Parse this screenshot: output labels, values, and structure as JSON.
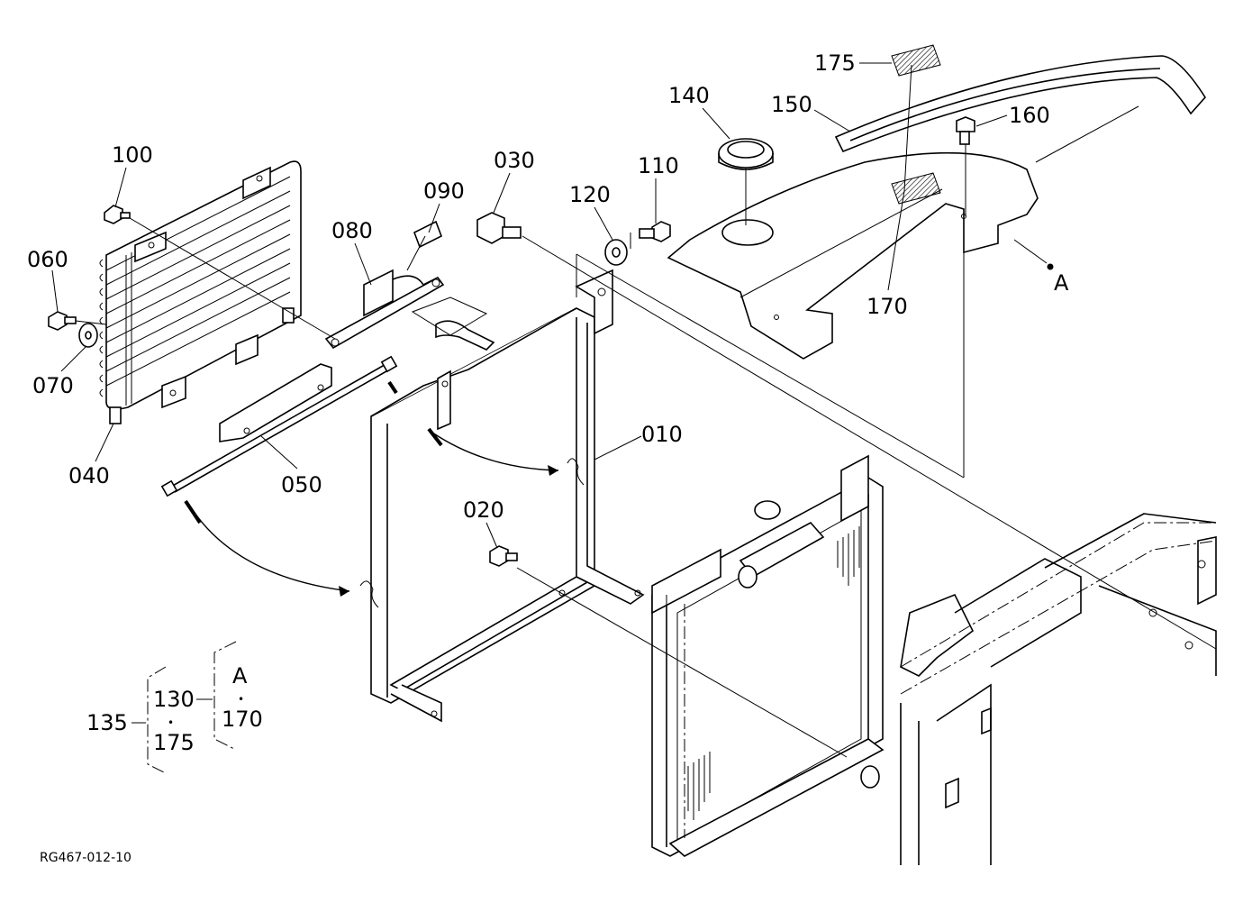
{
  "labels": {
    "p010": "010",
    "p020": "020",
    "p030": "030",
    "p040": "040",
    "p050": "050",
    "p060": "060",
    "p070": "070",
    "p080": "080",
    "p090": "090",
    "p100": "100",
    "p110": "110",
    "p120": "120",
    "p140": "140",
    "p150": "150",
    "p160": "160",
    "p170": "170",
    "p175": "175",
    "refA": "A"
  },
  "kit": {
    "main": "135",
    "a1": "130",
    "a2": "175",
    "b1": "A",
    "b2": "170",
    "dot": "•"
  },
  "drawing_code": "RG467-012-10"
}
